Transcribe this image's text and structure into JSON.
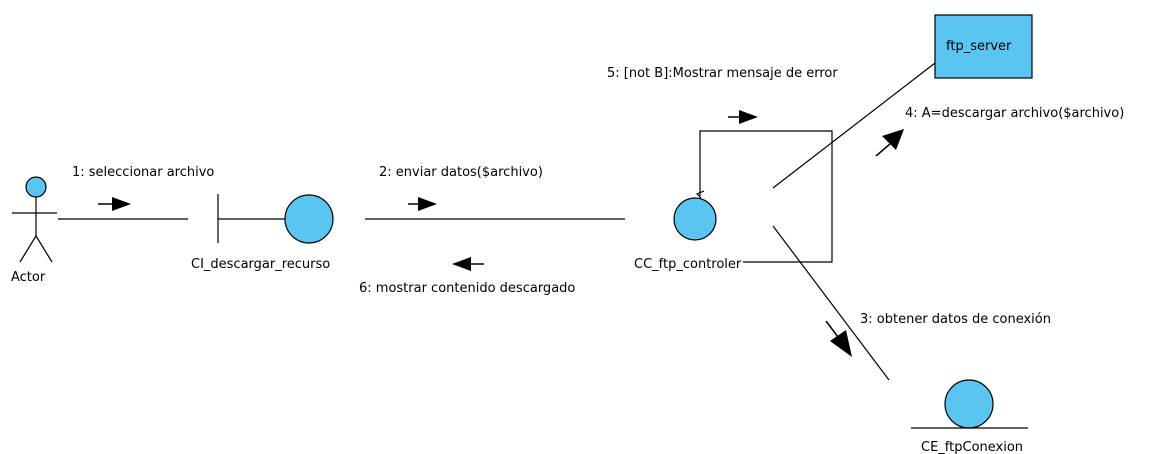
{
  "nodes": {
    "actor": "Actor",
    "boundary": "CI_descargar_recurso",
    "control": "CC_ftp_controler",
    "entity": "CE_ftpConexion",
    "server": "ftp_server"
  },
  "messages": {
    "m1": "1: seleccionar archivo",
    "m2": "2: enviar datos($archivo)",
    "m3": "3: obtener datos de conexión",
    "m4": "4: A=descargar archivo($archivo)",
    "m5": "5: [not B]:Mostrar mensaje de error",
    "m6": "6: mostrar contenido descargado"
  },
  "colors": {
    "fill": "#5bc5f2",
    "stroke": "#000000"
  }
}
